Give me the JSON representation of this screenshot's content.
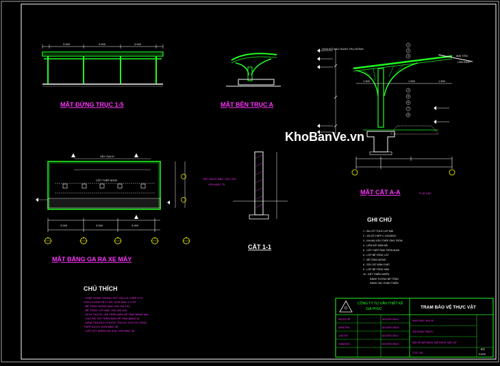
{
  "watermark": {
    "text": "KhoBanVe.vn"
  },
  "views": {
    "front": {
      "title": "MẶT ĐỨNG TRỤC 1-5",
      "dims": [
        "3.000",
        "3.000",
        "3.000"
      ]
    },
    "side": {
      "title": "MẶT BÊN TRỤC A"
    },
    "section_aa": {
      "title": "MẶT CẮT A-A",
      "scale": "TỈ LỆ 1/50",
      "labels": [
        "SƠN ĐỎ BAO SUNG TRỤ ĐỐNG",
        "MÁI TÔN",
        "LẦN ĐỊNH"
      ],
      "callouts": [
        "1",
        "2",
        "3",
        "4",
        "5",
        "6",
        "7",
        "8"
      ],
      "dims": [
        "1.500",
        "1.500",
        "1.500"
      ]
    },
    "plan": {
      "title": "MẶT BẰNG GA RA XE MÁY",
      "labels": [
        "XÂY GẠCH",
        "CỘT THÉP Ø100"
      ],
      "dims": [
        "3.000",
        "3.000",
        "3.000"
      ],
      "axis_labels": [
        "1",
        "2",
        "3",
        "4",
        "5"
      ]
    },
    "section_11": {
      "title": "CẮT 1-1",
      "labels": [
        "XÂY GẠCH ĐẶC, DÀY 220",
        "VỮA MÁC 75"
      ]
    }
  },
  "ghi_chu": {
    "title": "GHI CHÚ",
    "items": [
      "1 - BÚ LÓT TOLE LỢP MÁI",
      "2 - XÀ GỒ THÉP C 100X50X2",
      "3 - KHUNG KÈO THÉP ỐNG TRÒN",
      "4 - LIÊN KẾT BẢN MÃ",
      "5 - CỘT THÉP ỐNG TRÒN Ø100",
      "6 - LỚP BÊ TÔNG LÓT",
      "7 - BÊ TÔNG MÓNG",
      "8 - SỎI CÁT ĐẦM CHẶT",
      "9 - LỚP BÊ TÔNG SÀN",
      "10 - ĐẤT THIÊN NHIÊN"
    ],
    "extra": [
      "ĐÁNH TƯỜNG BÊ TÔNG",
      "ĐÁNH GIÁ, HOÀN THIỆN"
    ]
  },
  "chu_thich": {
    "title": "CHÚ THÍCH",
    "lines": [
      "- THÉP DÙNG TRONG KẾT CẤU LÀ THÉP CT3",
      "  SƠN CHỐNG RỈ 2 LỚP, SƠN MÀU 2 LỚP",
      "- BÊ TÔNG MÓNG MÁC 200, ĐÁ 1X2",
      "- BÊ TÔNG LÓT MÁC 100, ĐÁ 4X6",
      "- KÍCH THƯỚC GHI TRÊN BẢN VẼ TÍNH BẰNG MM",
      "- CAO ĐỘ GHI TRÊN BẢN VẼ TÍNH BẰNG M",
      "- KIỂM TRA KÍCH THƯỚC TRƯỚC KHI THI CÔNG",
      "  THÉP ĐƯỢC SƠN BẢO VỆ",
      "- LỚP LÓT MÓNG ĐÁ 4X6, VỮA MÁC 50"
    ]
  },
  "title_block": {
    "company": [
      "CÔNG TY TƯ VẤN THIẾT KẾ",
      "GIA PHÚC"
    ],
    "project": "TRẠM BẢO VỆ THỰC VẬT",
    "rows": [
      "NGƯỜI VẼ",
      "KIỂM TRA",
      "CHỦ TRÌ",
      "GIÁM ĐỐC"
    ],
    "names": [
      "NGUYỄN VĂN A",
      "NGUYỄN VĂN B",
      "NGUYỄN VĂN C",
      "NGUYỄN VĂN D"
    ],
    "info": [
      "HẠNG MỤC: NHÀ XE",
      "GIAI ĐOẠN: TKBVTC",
      "BẢN VẼ: MẶT BẰNG, MẶT ĐỨNG, MẶT CẮT"
    ],
    "sheet_label": "KC",
    "sheet_no": "01/02",
    "scale": "TỈ LỆ: 1/50"
  }
}
